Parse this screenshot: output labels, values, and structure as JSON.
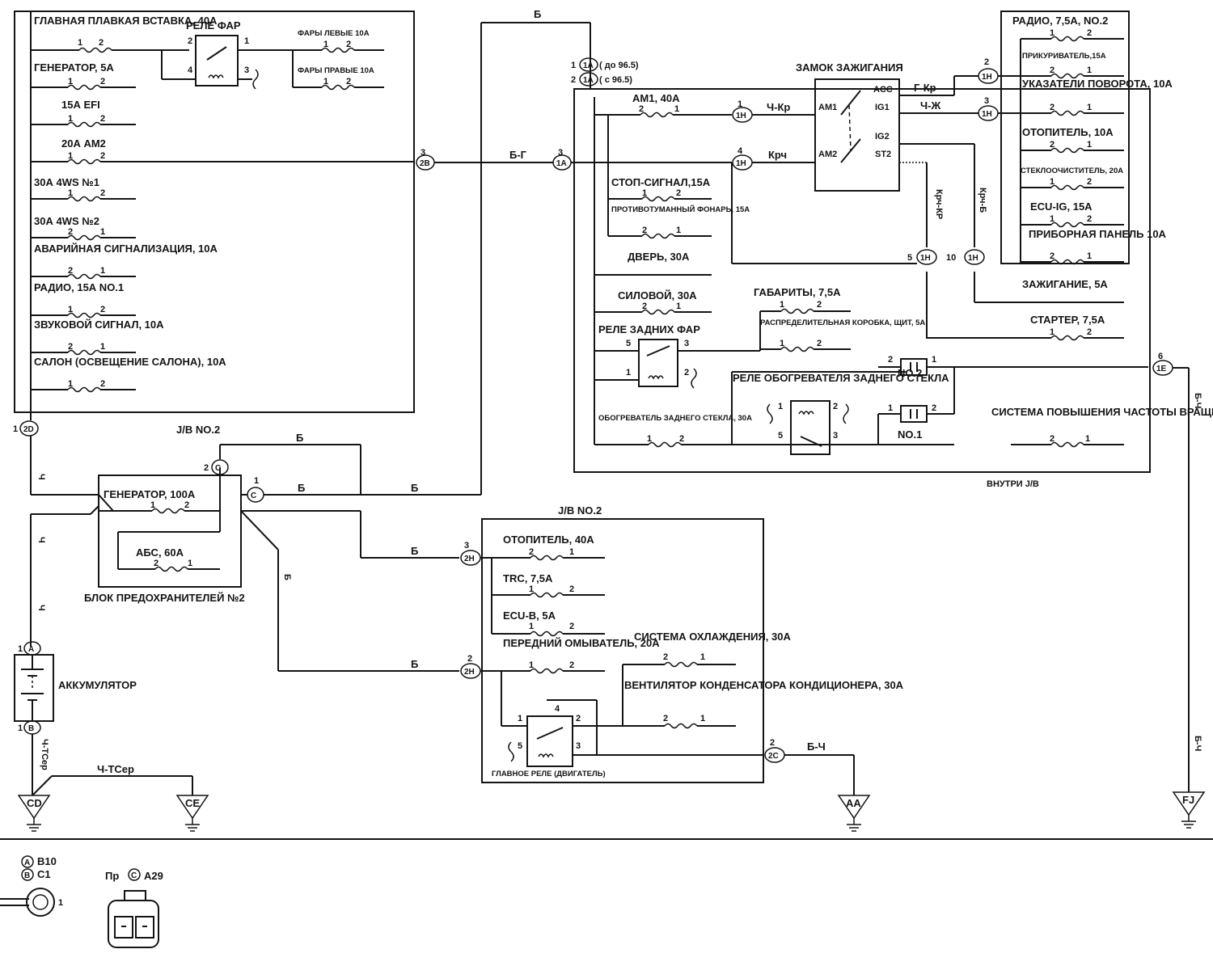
{
  "colors": {
    "ink": "#141414",
    "paper": "#ffffff"
  },
  "icons": [
    "ground-icon",
    "relay-icon",
    "fuse-icon",
    "connector-icon",
    "battery-icon",
    "ignition-switch-icon",
    "ring-terminal-icon",
    "plug-connector-icon"
  ],
  "fusible_block": {
    "main_link": "ГЛАВНАЯ ПЛАВКАЯ ВСТАВКА, 40А",
    "headlight_relay": "РЕЛЕ ФАР",
    "headlights_left": "ФАРЫ ЛЕВЫЕ 10А",
    "headlights_right": "ФАРЫ ПРАВЫЕ 10А",
    "generator": "ГЕНЕРАТОР, 5А",
    "efi": "15А EFI",
    "am2": "20А АМ2",
    "ws1": "30А 4WS №1",
    "ws2": "30А 4WS №2",
    "hazard": "АВАРИЙНАЯ СИГНАЛИЗАЦИЯ, 10А",
    "radio": "РАДИО, 15А NO.1",
    "horn": "ЗВУКОВОЙ СИГНАЛ, 10А",
    "cabin": "САЛОН (ОСВЕЩЕНИЕ САЛОНА), 10А"
  },
  "jb": {
    "inside_label": "ВНУТРИ J/B",
    "am1": "АМ1, 40А",
    "stop": "СТОП-СИГНАЛ,15А",
    "fog": "ПРОТИВОТУМАННЫЙ ФОНАРЬ, 15А",
    "door": "ДВЕРЬ, 30А",
    "power": "СИЛОВОЙ, 30А",
    "rear_relay": "РЕЛЕ ЗАДНИХ ФАР",
    "clearance": "ГАБАРИТЫ, 7,5А",
    "junction": "РАСПРЕДЕЛИТЕЛЬНАЯ КОРОБКА, ЩИТ, 5А",
    "defogger": "ОБОГРЕВАТЕЛЬ ЗАДНЕГО СТЕКЛА, 30А",
    "defog_relay": "РЕЛЕ ОБОГРЕВАТЕЛЯ ЗАДНЕГО СТЕКЛА",
    "idle_up": "СИСТЕМА ПОВЫШЕНИЯ ЧАСТОТЫ ВРАЩЕНИЯ ХХ",
    "no1": "NO.1",
    "no2": "NO.2",
    "radio2": "РАДИО, 7,5А, NO.2",
    "lighter": "ПРИКУРИВАТЕЛЬ,15А",
    "turn": "УКАЗАТЕЛИ ПОВОРОТА, 10А",
    "heater": "ОТОПИТЕЛЬ, 10А",
    "wiper": "СТЕКЛООЧИСТИТЕЛЬ, 20А",
    "ecuig": "ECU-IG, 15А",
    "panel": "ПРИБОРНАЯ ПАНЕЛЬ 10А",
    "ignition": "ЗАЖИГАНИЕ, 5А",
    "starter": "СТАРТЕР, 7,5А"
  },
  "ignition_switch": {
    "title": "ЗАМОК ЗАЖИГАНИЯ",
    "acc": "ACC",
    "ig1": "IG1",
    "ig2": "IG2",
    "st2": "ST2",
    "am1": "AM1",
    "am2": "AM2"
  },
  "wires": {
    "b": "Б",
    "bg": "Б-Г",
    "gkr": "Г-Кр",
    "chkr": "Ч-Кр",
    "chzh": "Ч-Ж",
    "krch": "Крч",
    "krchkr": "Крч-КР",
    "krchb": "Крч-Б",
    "bch": "Б-Ч",
    "chtser": "Ч-TСер",
    "w_l": "Ч",
    "w_b": "Б",
    "w_bch_v": "Б-Ч"
  },
  "connector_notes": {
    "before": "( до 96.5)",
    "after": "( с 96.5)"
  },
  "fuse_block2": {
    "jb_label": "J/B NO.2",
    "generator": "ГЕНЕРАТОР, 100А",
    "abs": "АБС, 60А",
    "title": "БЛОК ПРЕДОХРАНИТЕЛЕЙ №2"
  },
  "jb2": {
    "title": "J/B NO.2",
    "heater": "ОТОПИТЕЛЬ, 40А",
    "trc": "TRC, 7,5А",
    "ecub": "ECU-B, 5А",
    "washer": "ПЕРЕДНИЙ ОМЫВАТЕЛЬ, 20А",
    "cooling": "СИСТЕМА ОХЛАЖДЕНИЯ, 30А",
    "condenser": "ВЕНТИЛЯТОР КОНДЕНСАТОРА КОНДИЦИОНЕРА, 30А",
    "main_relay": "ГЛАВНОЕ РЕЛЕ (ДВИГАТЕЛЬ)"
  },
  "battery": "АККУМУЛЯТОР",
  "grounds": {
    "cd": "CD",
    "ce": "CE",
    "aa": "AA",
    "fj": "FJ"
  },
  "connectors": {
    "c20": "2D",
    "c2b": "2B",
    "c1a": "1A",
    "c1h": "1H",
    "c1e": "1E",
    "cc": "C",
    "c2h": "2H",
    "c2c": "2C",
    "ca": "A",
    "cb": "B"
  },
  "legend": {
    "a": "B10",
    "b": "C1",
    "pr": "Пр",
    "c": "A29"
  },
  "pins": [
    "1",
    "2",
    "3",
    "4",
    "5",
    "6",
    "10"
  ]
}
